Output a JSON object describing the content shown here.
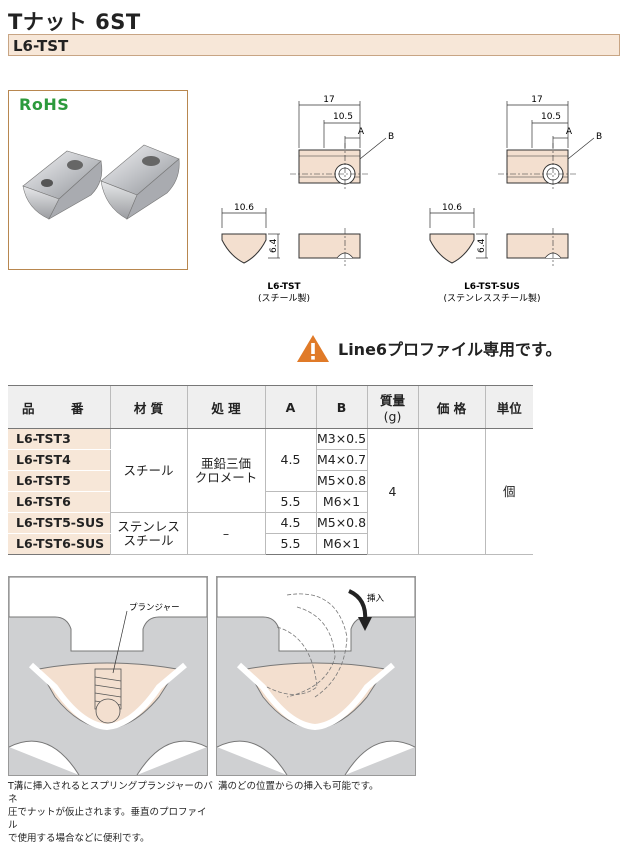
{
  "header": {
    "title": "Tナット 6ST",
    "model": "L6-TST"
  },
  "photo": {
    "rohs": "RoHS"
  },
  "drawing": {
    "dim_17": "17",
    "dim_10_5": "10.5",
    "dim_a": "A",
    "dim_b": "B",
    "dim_10_6": "10.6",
    "dim_6_4": "6.4",
    "left_caption_1": "L6-TST",
    "left_caption_2": "(スチール製)",
    "right_caption_1": "L6-TST-SUS",
    "right_caption_2": "(ステンレススチール製)"
  },
  "warning": {
    "text": "Line6プロファイル専用です。"
  },
  "table": {
    "headers": {
      "part": "品　番",
      "material": "材 質",
      "treatment": "処 理",
      "a": "A",
      "b": "B",
      "mass_1": "質量",
      "mass_2": "(g)",
      "price": "価 格",
      "unit": "単位"
    },
    "rows": [
      {
        "part": "L6-TST3",
        "b": "M3×0.5"
      },
      {
        "part": "L6-TST4",
        "b": "M4×0.7"
      },
      {
        "part": "L6-TST5",
        "b": "M5×0.8"
      },
      {
        "part": "L6-TST6",
        "b": "M6×1"
      },
      {
        "part": "L6-TST5-SUS",
        "b": "M5×0.8"
      },
      {
        "part": "L6-TST6-SUS",
        "b": "M6×1"
      }
    ],
    "steel": "スチール",
    "stainless_1": "ステンレス",
    "stainless_2": "スチール",
    "zinc_1": "亜鉛三価",
    "zinc_2": "クロメート",
    "none": "–",
    "a_45": "4.5",
    "a_55": "5.5",
    "a_45_sus": "4.5",
    "a_55_sus": "5.5",
    "mass": "4",
    "unit": "個"
  },
  "panels": {
    "plunger_label": "プランジャー",
    "insert_label": "挿入",
    "note_left_1": "T溝に挿入されるとスプリングプランジャーのバネ",
    "note_left_2": "圧でナットが仮止されます。垂直のプロファイル",
    "note_left_3": "で使用する場合などに便利です。",
    "note_right": "溝のどの位置からの挿入も可能です。"
  },
  "colors": {
    "accent_fill": "#f7e7d8",
    "accent_border": "#c8a584",
    "part_fill": "#f3dfcf",
    "rohs_green": "#2c9a3c",
    "warning_orange": "#e07a28"
  }
}
